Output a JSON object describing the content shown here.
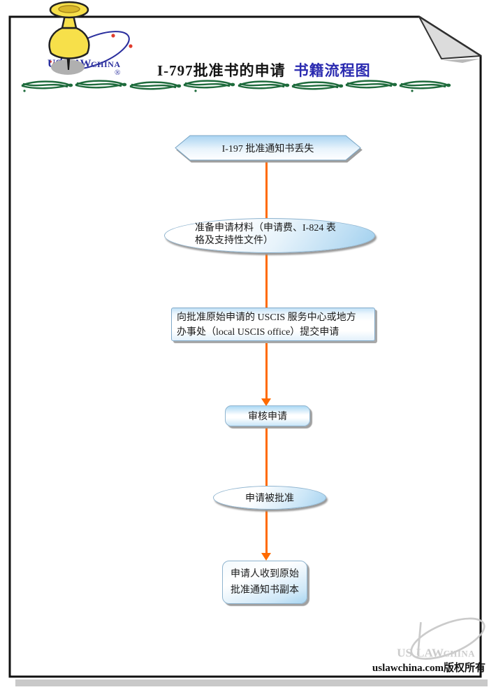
{
  "header": {
    "title_main": "I-797批准书的申请",
    "title_sub": "书籍流程图"
  },
  "branding": {
    "us": "US",
    "law": "LAW",
    "china": "CHINA",
    "reg": "®"
  },
  "footer": {
    "copyright": "uslawchina.com版权所有"
  },
  "colors": {
    "arrow_orange": "#ff6a00",
    "title_blue": "#2a2ab0",
    "divider_green": "#1e6b3c",
    "node_blue": "#a9d4f2",
    "logo_blue": "#2b2f9e",
    "logo_red": "#e03c2d",
    "watermark_gray": "#c6c6c6"
  },
  "flowchart": {
    "nodes": [
      {
        "id": "lost-notice",
        "shape": "hexagon",
        "lines": [
          "I-197 批准通知书丢失"
        ]
      },
      {
        "id": "prepare-materials",
        "shape": "ellipse",
        "lines": [
          "准备申请材料（申请费、I-824 表",
          "格及支持性文件）"
        ]
      },
      {
        "id": "submit-application",
        "shape": "rectangle",
        "lines": [
          "向批准原始申请的 USCIS 服务中心或地方",
          "办事处（local USCIS office）提交申请"
        ]
      },
      {
        "id": "review",
        "shape": "rounded-rectangle",
        "lines": [
          "审核申请"
        ]
      },
      {
        "id": "approved",
        "shape": "ellipse",
        "lines": [
          "申请被批准"
        ]
      },
      {
        "id": "receive-copy",
        "shape": "rounded-rectangle",
        "lines": [
          "申请人收到原始",
          "批准通知书副本"
        ]
      }
    ],
    "edges": [
      {
        "from": "lost-notice",
        "to": "prepare-materials"
      },
      {
        "from": "prepare-materials",
        "to": "submit-application"
      },
      {
        "from": "submit-application",
        "to": "review"
      },
      {
        "from": "review",
        "to": "approved"
      },
      {
        "from": "approved",
        "to": "receive-copy"
      }
    ]
  }
}
